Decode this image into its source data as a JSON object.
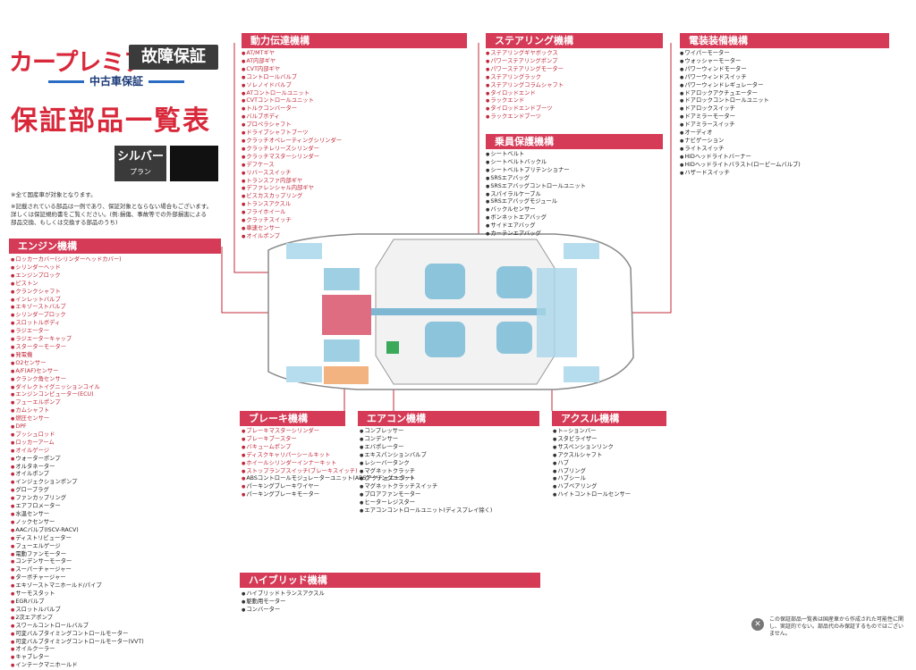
{
  "brand": {
    "word": "カープレミア",
    "badge": "故障保証",
    "subtitle": "中古車保証"
  },
  "title": "保証部品一覧表",
  "plan": {
    "name": "シルバー",
    "sub": "プラン"
  },
  "notes": {
    "line1": "※全て国産車が対象となります。",
    "line2": "※記載されている部品は一例であり、保証対象とならない場合もございます。",
    "line3": "詳しくは保証規約書をご覧ください。(例:損傷、事故等での外部損害による",
    "line4": "部品交換、もしくは交換する部品のうち)"
  },
  "sections": {
    "engine": {
      "title": "エンジン機構",
      "items": [
        "ロッカーカバー(シリンダーヘッドカバー)",
        "シリンダーヘッド",
        "エンジンブロック",
        "ピストン",
        "クランクシャフト",
        "インレットバルブ",
        "エキゾーストバルブ",
        "シリンダーブロック",
        "スロットルボディ",
        "ラジエーター",
        "ラジエーターキャップ",
        "スターターモーター",
        "発電機",
        "O2センサー",
        "A/F(AF)センサー",
        "クランク角センサー",
        "ダイレクトイグニッションコイル",
        "エンジンコンピューター(ECU)",
        "フューエルポンプ",
        "カムシャフト",
        "燃圧センサー",
        "DPF",
        "プッシュロッド",
        "ロッカーアーム",
        "オイルゲージ",
        "ウォーターポンプ",
        "オルタネーター",
        "オイルポンプ",
        "インジェクションポンプ",
        "グロープラグ",
        "ファンカップリング",
        "エアフロメーター",
        "水温センサー",
        "ノックセンサー",
        "AACバルブ(ISCV-RACV)",
        "ディストリビューター",
        "フューエルゲージ",
        "電動ファンモーター",
        "コンデンサーモーター",
        "スーパーチャージャー",
        "ターボチャージャー",
        "エキゾーストマニホールド/パイプ",
        "サーモスタット",
        "EGRバルブ",
        "スロットルバルブ",
        "2次エアポンプ",
        "スワールコントロールバルブ",
        "可変バルブタイミングコントロールモーター",
        "可変バルブタイミングコントロールモーター(VVT)",
        "オイルクーラー",
        "キャブレター",
        "インテークマニホールド"
      ]
    },
    "drivetrain": {
      "title": "動力伝達機構",
      "items": [
        "AT/MTギヤ",
        "AT内部ギヤ",
        "CVT内部ギヤ",
        "コントロールバルブ",
        "ソレノイドバルブ",
        "ATコントロールユニット",
        "CVTコントロールユニット",
        "トルクコンバーター",
        "バルブボディ",
        "プロペラシャフト",
        "ドライブシャフトブーツ",
        "クラッチオペレーティングシリンダー",
        "クラッチレリーズシリンダー",
        "クラッチマスターシリンダー",
        "デフケース",
        "リバーススイッチ",
        "トランスファ内部ギヤ",
        "デファレンシャル内部ギヤ",
        "ビスカスカップリング",
        "トランスアクスル",
        "フライホイール",
        "クラッチスイッチ",
        "車速センサー",
        "オイルポンプ"
      ]
    },
    "steering": {
      "title": "ステアリング機構",
      "items": [
        "ステアリングギヤボックス",
        "パワーステアリングポンプ",
        "パワーステアリングモーター",
        "ステアリングラック",
        "ステアリングコラムシャフト",
        "タイロッドエンド",
        "ラックエンド",
        "タイロッドエンドブーツ",
        "ラックエンドブーツ"
      ]
    },
    "occupant": {
      "title": "乗員保護機構",
      "items": [
        "シートベルト",
        "シートベルトバックル",
        "シートベルトプリテンショナー",
        "SRSエアバッグ",
        "SRSエアバッグコントロールユニット",
        "スパイラルケーブル",
        "SRSエアバッグモジュール",
        "バックルセンサー",
        "ボンネットエアバッグ",
        "サイドエアバッグ",
        "カーテンエアバッグ"
      ]
    },
    "electrical": {
      "title": "電装装備機構",
      "items": [
        "ワイパーモーター",
        "ウォッシャーモーター",
        "パワーウィンドモーター",
        "パワーウィンドスイッチ",
        "パワーウィンドレギュレーター",
        "ドアロックアクチュエーター",
        "ドアロックコントロールユニット",
        "ドアロックスイッチ",
        "ドアミラーモーター",
        "ドアミラースイッチ",
        "オーディオ",
        "ナビゲーション",
        "ライトスイッチ",
        "HIDヘッドライトバーナー",
        "HIDヘッドライトバラスト(ロービームバルブ)",
        "ハザードスイッチ"
      ]
    },
    "brake": {
      "title": "ブレーキ機構",
      "items": [
        "ブレーキマスターシリンダー",
        "ブレーキブースター",
        "バキュームポンプ",
        "ディスクキャリパーシールキット",
        "ホイールシリンダーインナーキット",
        "ストップランプスイッチ(ブレーキスイッチ)",
        "ABSコントロールモジュレーターユニット(ABSアクチュエーター)",
        "パーキングブレーキワイヤー",
        "パーキングブレーキモーター"
      ],
      "black_from": 6
    },
    "aircon": {
      "title": "エアコン機構",
      "items": [
        "コンプレッサー",
        "コンデンサー",
        "エバポレーター",
        "エキスパンションバルブ",
        "レシーバータンク",
        "マグネットクラッチ",
        "クーリングユニット",
        "マグネットクラッチスイッチ",
        "ブロアファンモーター",
        "ヒーターレジスター",
        "エアコンコントロールユニット(ディスプレイ除く)"
      ]
    },
    "axle": {
      "title": "アクスル機構",
      "items": [
        "ト−ションバー",
        "スタビライザー",
        "サスペンションリンク",
        "アクスルシャフト",
        "ハブ",
        "ハブリング",
        "ハブシール",
        "ハブベアリング",
        "ハイトコントロールセンサー"
      ]
    },
    "hybrid": {
      "title": "ハイブリッド機構",
      "items": [
        "ハイブリッドトランスアクスル",
        "駆動用モーター",
        "コンバーター"
      ]
    }
  },
  "footer": {
    "icon": "✕",
    "text": "この保証部品一覧表は国産車から作成された可能性に関し、実証的でない。部品代のみ保証するものではございません。"
  }
}
